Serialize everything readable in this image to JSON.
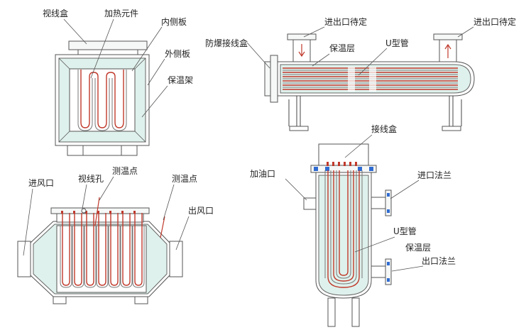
{
  "diagrams": {
    "box_heater": {
      "labels": {
        "junction_box": "视线盒",
        "heating_element": "加热元件",
        "inner_panel": "内侧板",
        "outer_panel": "外侧板",
        "insulation_frame": "保温架"
      }
    },
    "horizontal_heater": {
      "labels": {
        "ex_junction_box": "防爆接线盒",
        "inlet_outlet_left": "进出口待定",
        "inlet_outlet_right": "进出口待定",
        "insulation_layer": "保温层",
        "u_tube": "U型管"
      }
    },
    "duct_heater": {
      "labels": {
        "air_inlet": "进风口",
        "sight_hole": "视线孔",
        "temp_point_left": "测温点",
        "temp_point_right": "测温点",
        "air_outlet": "出风口"
      }
    },
    "vertical_heater": {
      "labels": {
        "junction_box": "接线盒",
        "oil_inlet": "加油口",
        "inlet_flange": "进口法兰",
        "u_tube": "U型管",
        "insulation_layer": "保温层",
        "outlet_flange": "出口法兰"
      }
    }
  },
  "colors": {
    "insulation": "#dff1ec",
    "heating_wire": "#c0392b",
    "flange_marker": "#2f6bd0"
  }
}
